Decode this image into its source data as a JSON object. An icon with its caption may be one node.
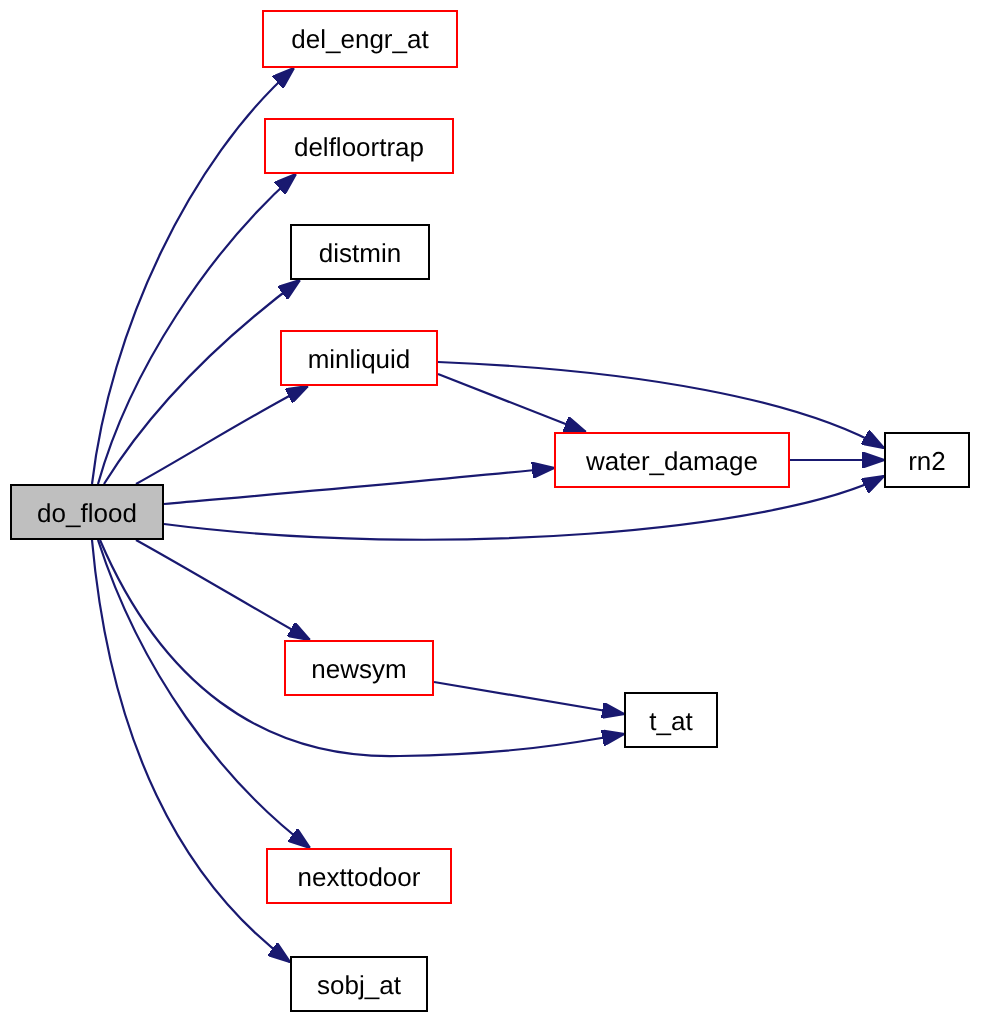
{
  "diagram": {
    "nodes": [
      {
        "text": [
          "do_flood"
        ]
      },
      {
        "text": [
          "del_engr_at"
        ]
      },
      {
        "text": [
          "delfloortrap"
        ]
      },
      {
        "text": [
          "distmin"
        ]
      },
      {
        "text": [
          "minliquid"
        ]
      },
      {
        "text": [
          "water_damage"
        ]
      },
      {
        "text": [
          "rn2"
        ]
      },
      {
        "text": [
          "newsym"
        ]
      },
      {
        "text": [
          "t_at"
        ]
      },
      {
        "text": [
          "nexttodoor"
        ]
      },
      {
        "text": [
          "sobj_at"
        ]
      }
    ],
    "edges": [
      {
        "from": 0,
        "to": 1,
        "arrow": "to"
      },
      {
        "from": 0,
        "to": 2,
        "arrow": "to"
      },
      {
        "from": 0,
        "to": 3,
        "arrow": "to"
      },
      {
        "from": 0,
        "to": 4,
        "arrow": "to"
      },
      {
        "from": 0,
        "to": 5,
        "arrow": "to"
      },
      {
        "from": 0,
        "to": 6,
        "arrow": "to"
      },
      {
        "from": 0,
        "to": 7,
        "arrow": "to"
      },
      {
        "from": 0,
        "to": 8,
        "arrow": "to"
      },
      {
        "from": 0,
        "to": 9,
        "arrow": "to"
      },
      {
        "from": 0,
        "to": 10,
        "arrow": "to"
      },
      {
        "from": 4,
        "to": 5,
        "arrow": "to"
      },
      {
        "from": 4,
        "to": 6,
        "arrow": "to"
      },
      {
        "from": 5,
        "to": 6,
        "arrow": "to"
      },
      {
        "from": 7,
        "to": 8,
        "arrow": "to"
      }
    ]
  }
}
